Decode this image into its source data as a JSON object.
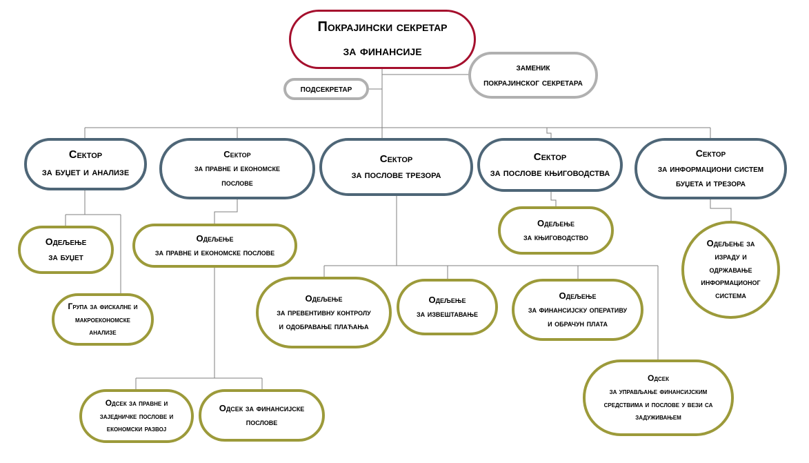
{
  "nodes": {
    "secretary": {
      "line1": "Покрајински секретар",
      "line2": "за финансије"
    },
    "deputy": {
      "line1": "заменик",
      "line2": "покрајинског секретара"
    },
    "undersec": {
      "line1": "подсекретар"
    },
    "sec_budget": {
      "line1": "Сектор",
      "line2": "за буџет и анализе"
    },
    "sec_legal": {
      "line1": "Сектор",
      "line2": "за правне и економске",
      "line3": "послове"
    },
    "sec_treasury": {
      "line1": "Сектор",
      "line2": "за послове трезора"
    },
    "sec_account": {
      "line1": "Сектор",
      "line2": "за послове књиговодства"
    },
    "sec_it": {
      "line1": "Сектор",
      "line2": "за информациони систем",
      "line3": "буџета и трезора"
    },
    "dep_budget": {
      "line1": "Одељење",
      "line2": "за буџет"
    },
    "grp_fiscal": {
      "line1": "Група за фискалне и",
      "line2": "макроекономске",
      "line3": "анализе"
    },
    "dep_legal": {
      "line1": "Одељење",
      "line2": "за правне и економске послове"
    },
    "ods_legal": {
      "line1": "Одсек за правне и",
      "line2": "заједничке послове и",
      "line3": "економски развој"
    },
    "ods_fin": {
      "line1": "Одсек за финансијске",
      "line2": "послове"
    },
    "dep_prev": {
      "line1": "Одељење",
      "line2": "за превентивну контролу",
      "line3": "и одобравање плаћања"
    },
    "dep_report": {
      "line1": "Одељење",
      "line2": "за извештавање"
    },
    "dep_finop": {
      "line1": "Одељење",
      "line2": "за финансијску оперативу",
      "line3": "и обрачун плата"
    },
    "ods_manage": {
      "line1": "Одсек",
      "line2": "за управљање финансијским",
      "line3": "средствима и послове у вези са",
      "line4": "задуживањем"
    },
    "dep_account": {
      "line1": "Одељење",
      "line2": "за књиговодство"
    },
    "dep_it": {
      "line1": "Одељење за",
      "line2": "израду и",
      "line3": "одржавање",
      "line4": "информационог",
      "line5": "система"
    }
  },
  "colors": {
    "top_border": "#a50f2d",
    "gray_border": "#b0b0b0",
    "sector_border": "#4e6677",
    "department_border": "#9c9a3a",
    "connector": "#7f7f7f"
  }
}
